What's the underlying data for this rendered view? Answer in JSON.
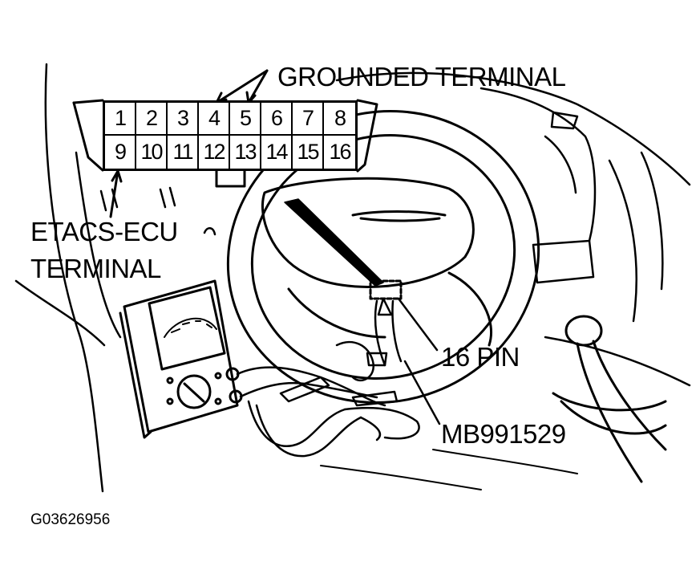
{
  "labels": {
    "grounded_terminal": "GROUNDED TERMINAL",
    "etacs_line1": "ETACS-ECU",
    "etacs_line2": "TERMINAL",
    "sixteen_pin": "16 PIN",
    "tool_number": "MB991529",
    "figure_id": "G03626956"
  },
  "connector_pins": [
    "1",
    "2",
    "3",
    "4",
    "5",
    "6",
    "7",
    "8",
    "9",
    "10",
    "11",
    "12",
    "13",
    "14",
    "15",
    "16"
  ]
}
